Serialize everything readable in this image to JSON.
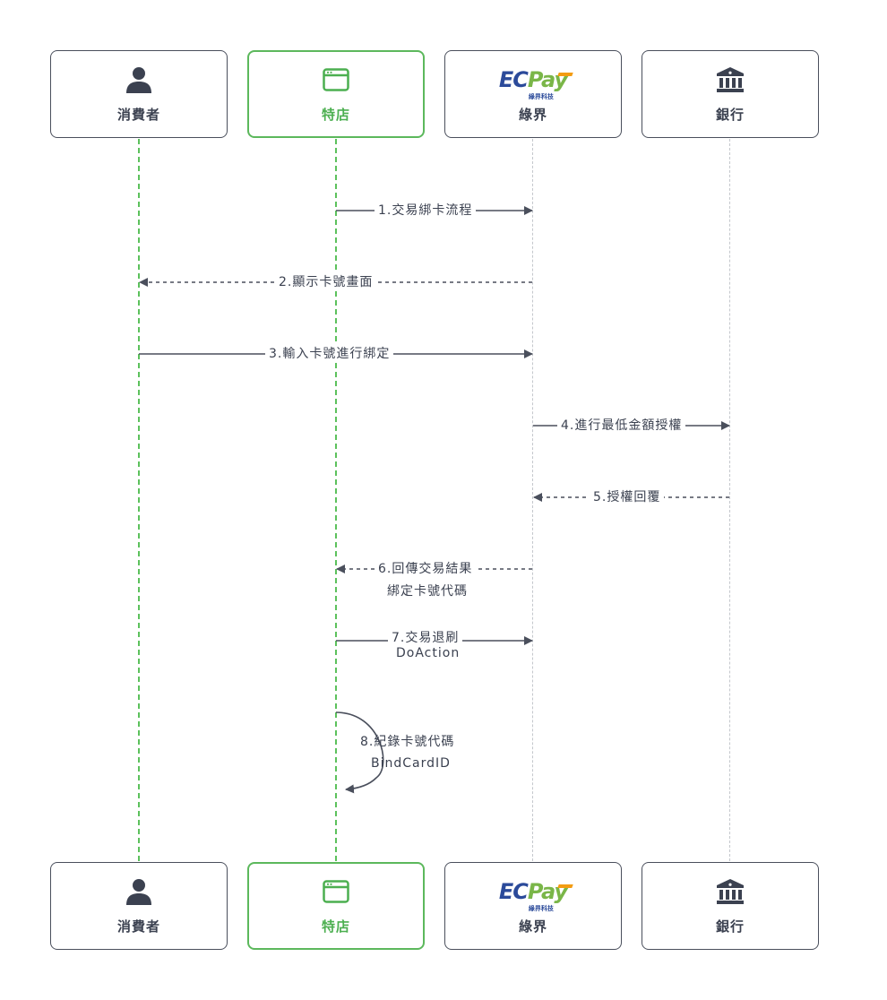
{
  "actors": [
    {
      "key": "consumer",
      "label": "消費者",
      "icon": "person-icon"
    },
    {
      "key": "merchant",
      "label": "特店",
      "icon": "browser-window-icon"
    },
    {
      "key": "ecpay",
      "label": "綠界",
      "icon": "ecpay-logo",
      "logo": {
        "main": "EC",
        "accent": "Pay",
        "tagline": "綠界科技"
      }
    },
    {
      "key": "bank",
      "label": "銀行",
      "icon": "bank-icon"
    }
  ],
  "messages": [
    {
      "step": "1.交易綁卡流程",
      "from": "merchant",
      "to": "ecpay",
      "style": "solid"
    },
    {
      "step": "2.顯示卡號畫面",
      "from": "ecpay",
      "to": "consumer",
      "style": "dashed"
    },
    {
      "step": "3.輸入卡號進行綁定",
      "from": "consumer",
      "to": "ecpay",
      "style": "solid"
    },
    {
      "step": "4.進行最低金額授權",
      "from": "ecpay",
      "to": "bank",
      "style": "solid"
    },
    {
      "step": "5.授權回覆",
      "from": "bank",
      "to": "ecpay",
      "style": "dashed"
    },
    {
      "step": "6.回傳交易結果",
      "sub": "綁定卡號代碼",
      "from": "ecpay",
      "to": "merchant",
      "style": "dashed"
    },
    {
      "step": "7.交易退刷",
      "sub": "DoAction",
      "from": "merchant",
      "to": "ecpay",
      "style": "solid"
    },
    {
      "step": "8.紀錄卡號代碼",
      "sub": "BindCardID",
      "from": "merchant",
      "to": "merchant",
      "style": "self"
    }
  ],
  "colors": {
    "line": "#4a4f5c",
    "merchant_green": "#5cb85c",
    "lifeline_grey": "#c4c7cc",
    "ecpay_blue": "#2b4a9a",
    "ecpay_green": "#7ab648",
    "ecpay_orange": "#f39c12"
  }
}
